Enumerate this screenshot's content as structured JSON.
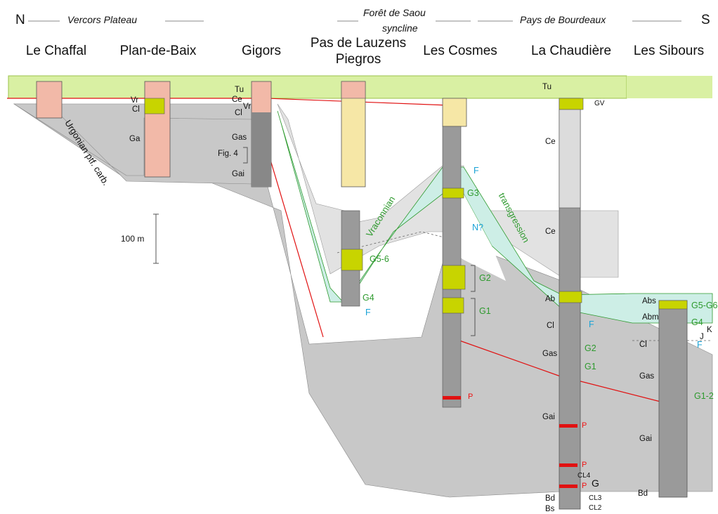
{
  "header": {
    "north": "N",
    "south": "S",
    "regions": [
      "Vercors Plateau",
      "Forêt de Saou",
      "syncline",
      "Pays de Bourdeaux"
    ]
  },
  "sites": [
    "Le Chaffal",
    "Plan-de-Baix",
    "Gigors",
    "Pas de Lauzens",
    "Piegros",
    "Les Cosmes",
    "La Chaudière",
    "Les Sibours"
  ],
  "annotations": {
    "urgonian": "Urgonian ptf. carb.",
    "vraconnian": "Vraconnian",
    "transgression": "transgression",
    "fig4": "Fig. 4",
    "scale": "100 m"
  },
  "units": {
    "plan": [
      "Vr",
      "Cl",
      "Ga"
    ],
    "gigors": [
      "Tu",
      "Ce",
      "Vr",
      "Cl",
      "Gas",
      "Gai"
    ],
    "cosmes": [
      "Tu"
    ],
    "chaud": [
      "Ce",
      "Ce",
      "Ab",
      "Cl",
      "Gas",
      "Gai",
      "Bd",
      "Bs",
      "CL4",
      "CL3",
      "CL2",
      "G"
    ],
    "sibours": [
      "Abs",
      "Abm",
      "Cl",
      "Gas",
      "Gai",
      "Bd",
      "J",
      "K"
    ]
  },
  "green_labels": [
    "G5-6",
    "G4",
    "G3",
    "G2",
    "G1",
    "GV",
    "G2",
    "G1",
    "G5-G6",
    "G4",
    "G1-2"
  ],
  "cyan_labels": [
    "F",
    "N?",
    "F",
    "F",
    "F"
  ],
  "red_labels": [
    "P",
    "P",
    "P",
    "P"
  ],
  "colors": {
    "tu_band": "#d9f0a3",
    "gray_fill": "#c8c8c8",
    "light_gray": "#e2e2e2",
    "teal_fill": "#cdeee6",
    "yellow_col": "#f6e7a6",
    "pink_col": "#f2b9a8",
    "olive": "#c8d400",
    "green_text": "#2e9a2e",
    "cyan_text": "#1aa3d6",
    "red_line": "#e11111"
  }
}
